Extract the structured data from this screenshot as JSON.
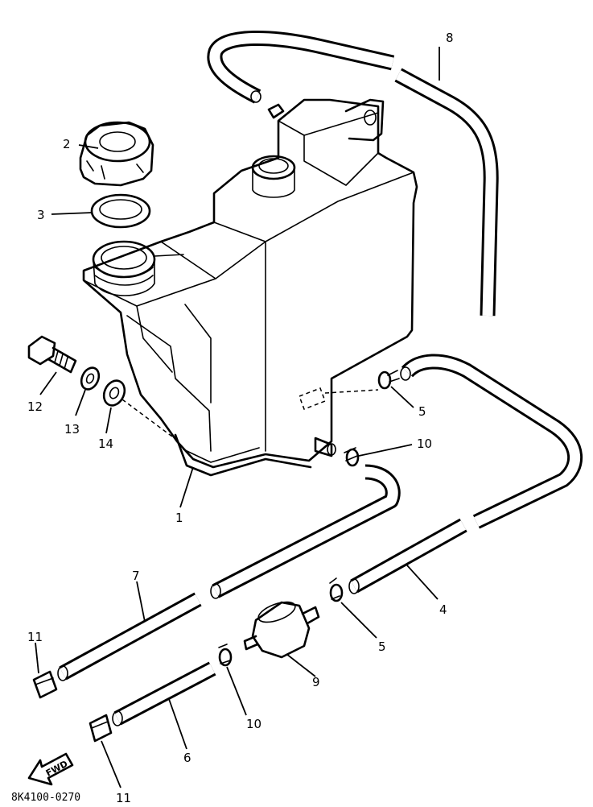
{
  "callouts": {
    "c1": "1",
    "c2": "2",
    "c3": "3",
    "c4": "4",
    "c5a": "5",
    "c5b": "5",
    "c6": "6",
    "c7": "7",
    "c8": "8",
    "c9": "9",
    "c10a": "10",
    "c10b": "10",
    "c11a": "11",
    "c11b": "11",
    "c12": "12",
    "c13": "13",
    "c14": "14"
  },
  "forward_arrow_label": "FWD",
  "drawing_code": "8K4100-0270"
}
